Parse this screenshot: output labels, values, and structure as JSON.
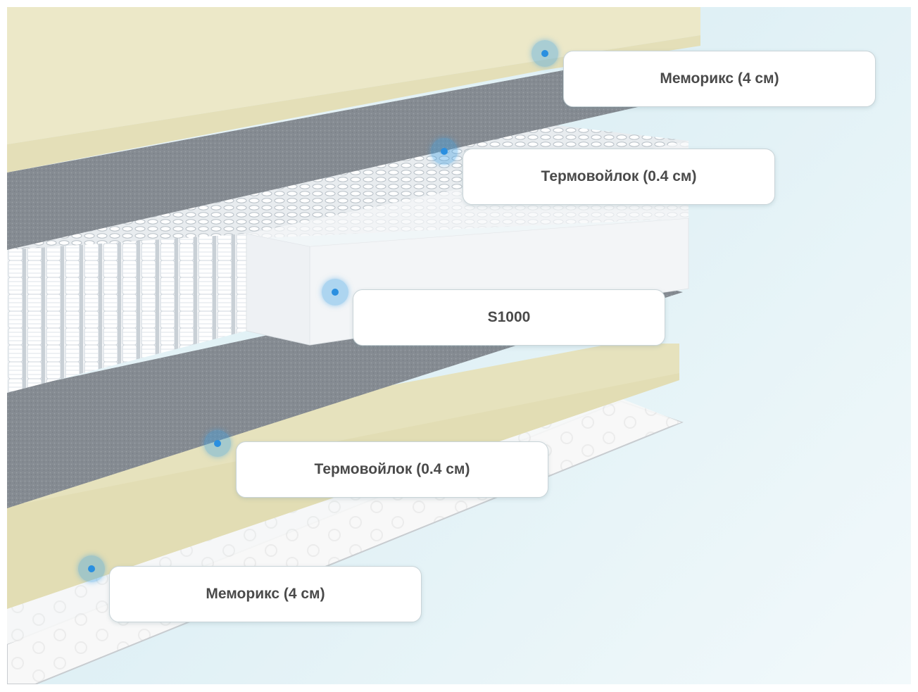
{
  "colors": {
    "memory_foam": "#e9e5c2",
    "felt": "#8a9096",
    "springs": "#ffffff",
    "cover": "#f6f6f6",
    "marker": "#2a8fe0"
  },
  "layers": [
    {
      "id": "top-memory",
      "label": "Мемори​кс (4 см)"
    },
    {
      "id": "top-felt",
      "label": "Термовойлок (0.4 см)"
    },
    {
      "id": "spring-block",
      "label": "S1000"
    },
    {
      "id": "bottom-felt",
      "label": "Термовойлок (0.4 см)"
    },
    {
      "id": "bottom-memory",
      "label": "Мемори​кс (4 см)"
    }
  ]
}
